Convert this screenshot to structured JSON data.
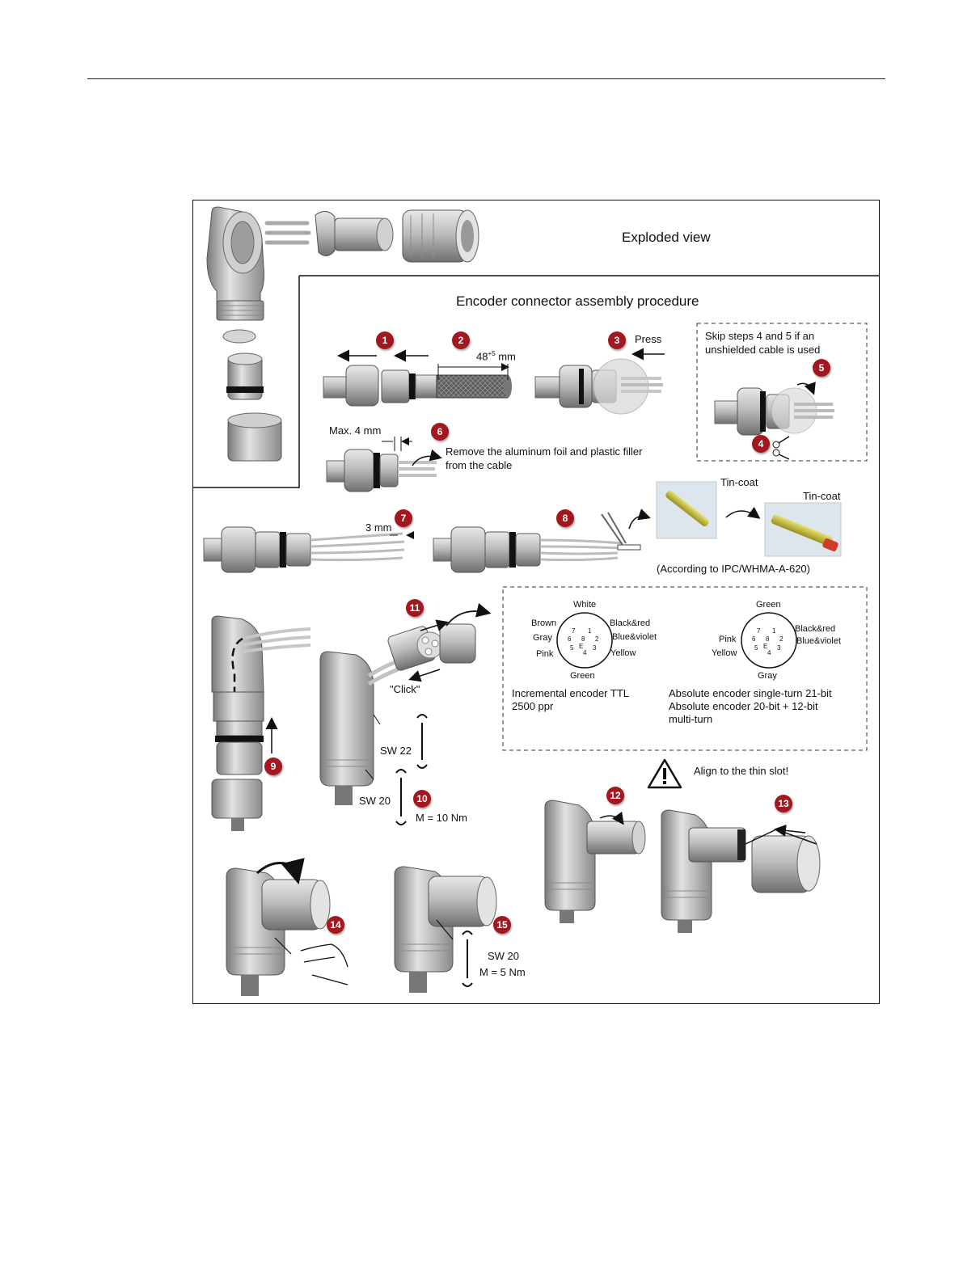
{
  "figure": {
    "exploded_title": "Exploded view",
    "procedure_title": "Encoder connector assembly procedure"
  },
  "steps": {
    "s1": "1",
    "s2": "2",
    "s3": "3",
    "s4": "4",
    "s5": "5",
    "s6": "6",
    "s7": "7",
    "s8": "8",
    "s9": "9",
    "s10": "10",
    "s11": "11",
    "s12": "12",
    "s13": "13",
    "s14": "14",
    "s15": "15"
  },
  "labels": {
    "strip_length_base": "48",
    "strip_length_sup": "+5",
    "strip_length_unit": " mm",
    "press": "Press",
    "skip_note_line1": "Skip steps 4 and 5 if an",
    "skip_note_line2": "unshielded cable is used",
    "max_4mm": "Max. 4 mm",
    "remove_foil_line1": "Remove the aluminum foil and plastic filler",
    "remove_foil_line2": "from the cable",
    "strip_3mm": "3 mm",
    "tin_coat_1": "Tin-coat",
    "tin_coat_2": "Tin-coat",
    "ipc_note": "(According to IPC/WHMA-A-620)",
    "click": "\"Click\"",
    "sw22": "SW 22",
    "sw20_step10": "SW 20",
    "torque_10": "M = 10 Nm",
    "align_slot": "Align to the thin slot!",
    "sw20_step15": "SW 20",
    "torque_5": "M = 5 Nm"
  },
  "pinouts": {
    "incremental": {
      "top": "White",
      "bottom": "Green",
      "left1": "Brown",
      "left2": "Gray",
      "left3": "Pink",
      "right1": "Black&red",
      "right2": "Blue&violet",
      "right3": "Yellow",
      "caption_line1": "Incremental encoder TTL",
      "caption_line2": "2500 ppr"
    },
    "absolute": {
      "top": "Green",
      "bottom": "Gray",
      "left1": "Pink",
      "left2": "Yellow",
      "right1": "Black&red",
      "right2": "Blue&violet",
      "caption_line1": "Absolute encoder single-turn 21-bit",
      "caption_line2": "Absolute encoder 20-bit + 12-bit",
      "caption_line3": "multi-turn"
    },
    "pin_numbers": [
      "7",
      "1",
      "6",
      "8",
      "2",
      "5",
      "E",
      "3",
      "4"
    ]
  },
  "colors": {
    "badge": "#a3171e",
    "metal": "#b8b8b8",
    "metal_dark": "#6e6e6e",
    "pin_gold": "#c9c040",
    "pin_red": "#d23a2a"
  }
}
